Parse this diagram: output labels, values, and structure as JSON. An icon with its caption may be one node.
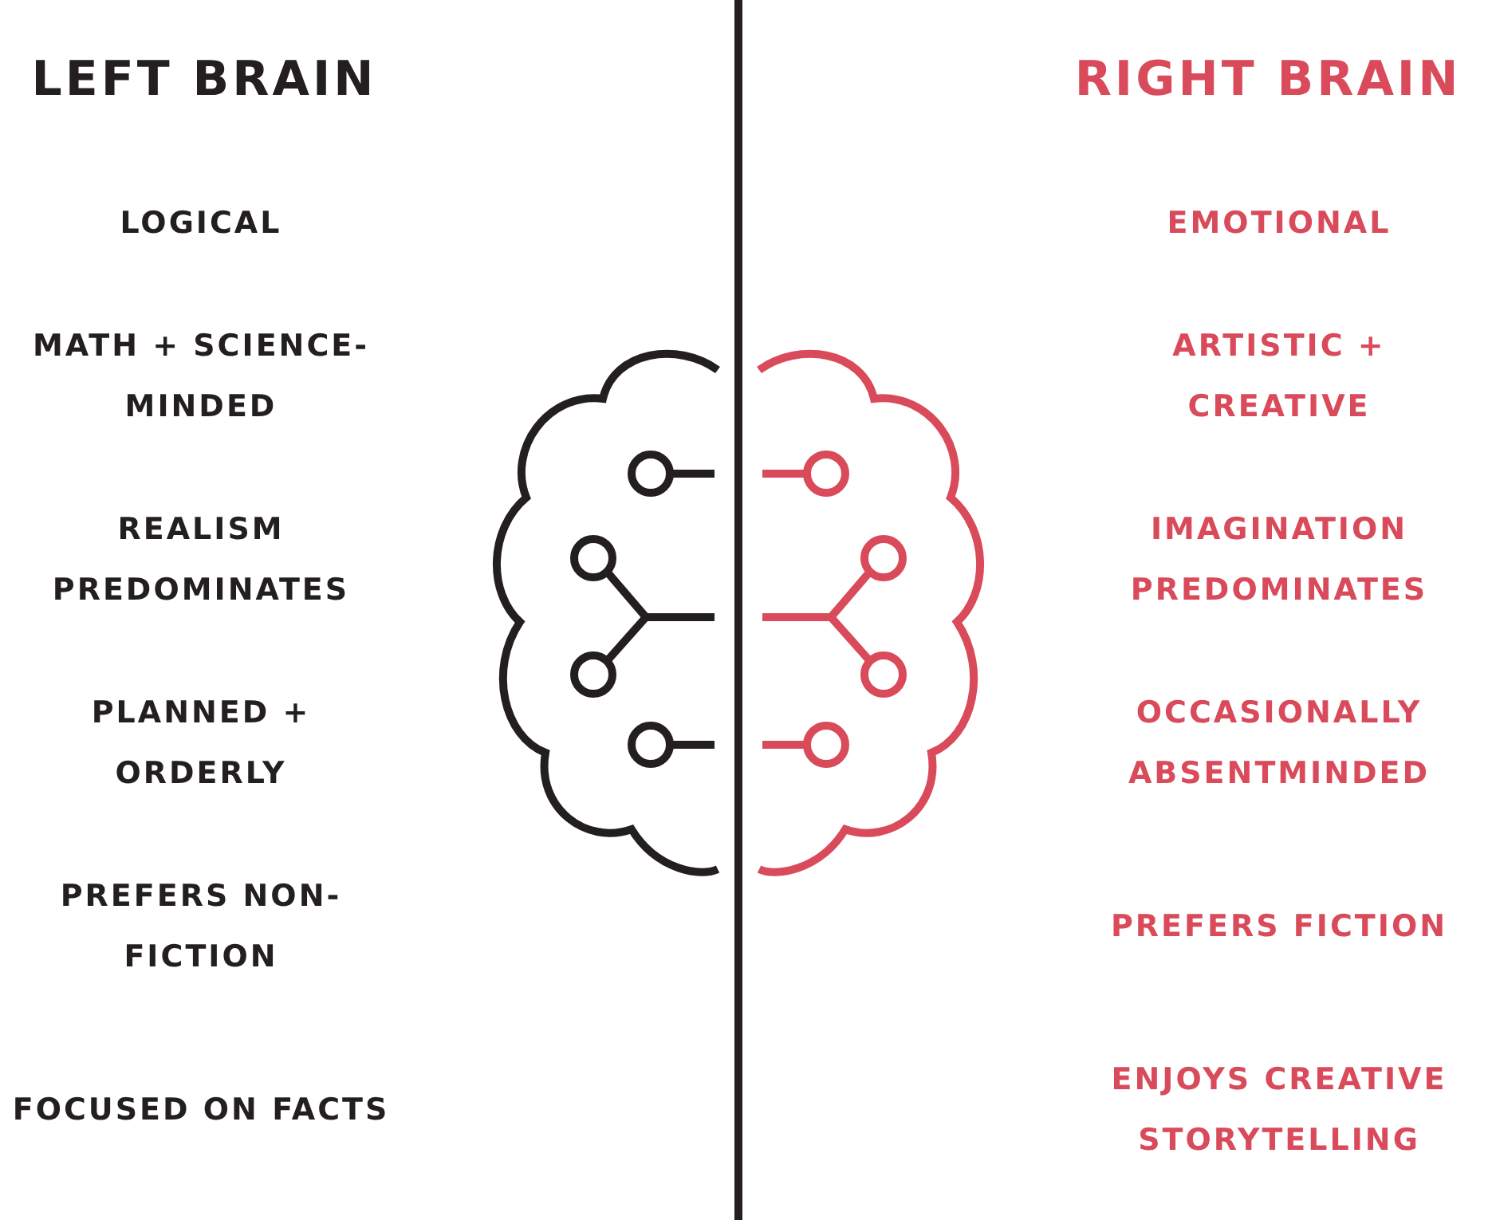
{
  "diagram": {
    "labels": [
      "LEFT BRAIN",
      "RIGHT BRAIN",
      "LOGICAL",
      "EMOTIONAL",
      "MATH + SCIENCE-MINDED",
      "ARTISTIC + CREATIVE",
      "REALISM PREDOMINATES",
      "IMAGINATION PREDOMINATES",
      "PLANNED + ORDERLY",
      "OCCASIONALLY ABSENTMINDED",
      "PREFERS NON-FICTION",
      "PREFERS FICTION",
      "FOCUSED ON FACTS",
      "ENJOYS CREATIVE STORYTELLING"
    ]
  }
}
